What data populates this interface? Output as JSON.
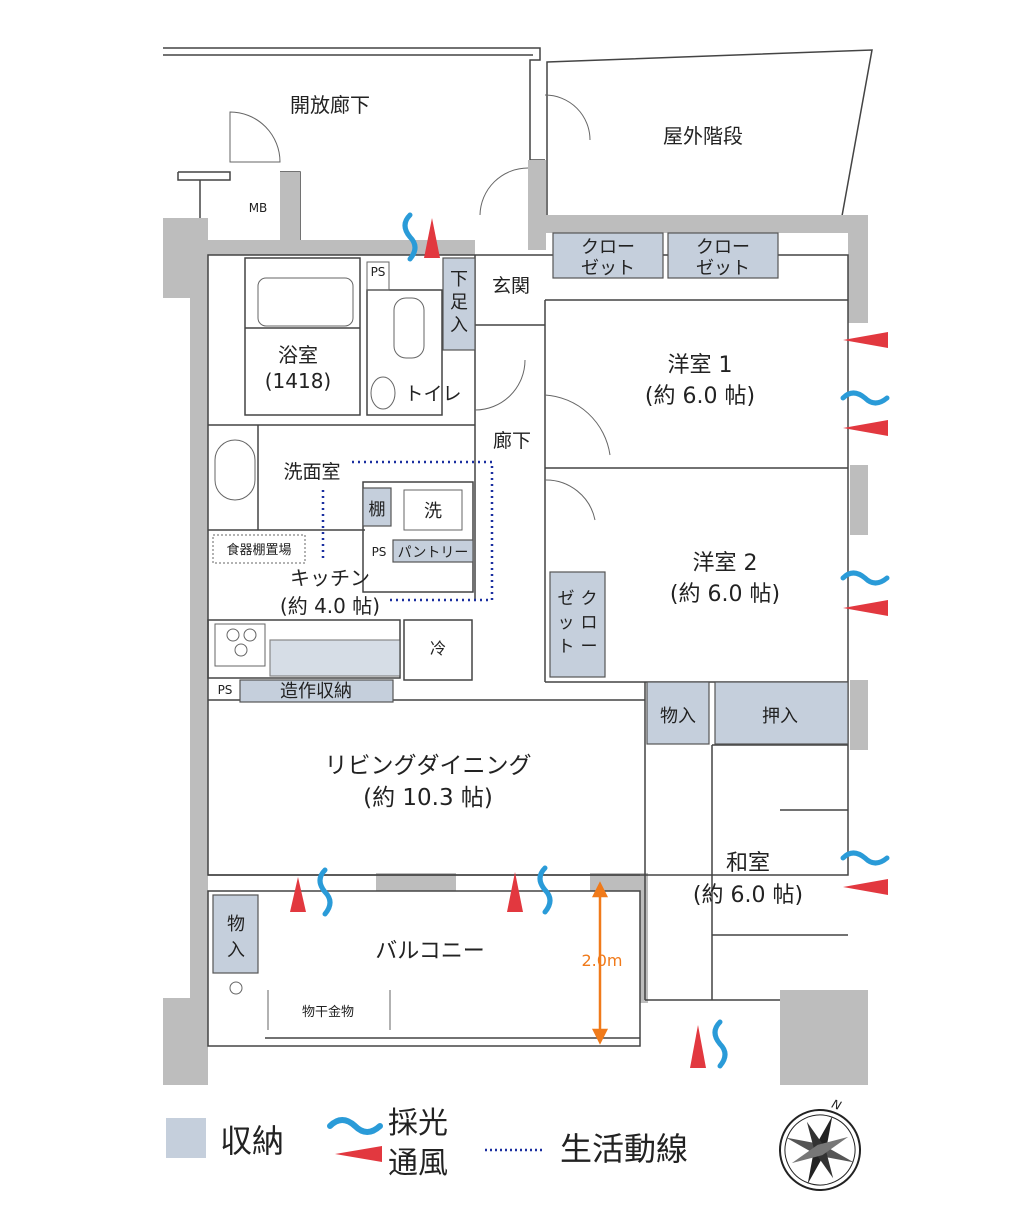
{
  "colors": {
    "storage": "#c5cfdc",
    "wall": "#bdbdbd",
    "light_wave": "#2a9bd8",
    "wind_arrow": "#e2383f",
    "route": "#1a2fa0",
    "dimension": "#f07a1a"
  },
  "areas": {
    "open_corridor": "開放廊下",
    "outdoor_stairs": "屋外階段",
    "mb": "MB",
    "ps": "PS",
    "genkan": "玄関",
    "shoe_storage": [
      "下",
      "足",
      "入"
    ],
    "closet_label": [
      "クロー",
      "ゼット"
    ],
    "bath": "浴室",
    "bath_size": "(1418)",
    "toilet": "トイレ",
    "hallway": "廊下",
    "western1": "洋室 1",
    "western1_size": "(約 6.0 帖)",
    "western2": "洋室 2",
    "western2_size": "(約 6.0 帖)",
    "walkin_closet": [
      "ゼ",
      "ク",
      "ッ",
      "ロ",
      "ト",
      "ー"
    ],
    "washroom": "洗面室",
    "shelf": "棚",
    "washer": "洗",
    "pantry": "パントリー",
    "dish_cabinet": "食器棚置場",
    "kitchen": "キッチン",
    "kitchen_size": "(約 4.0 帖)",
    "fridge": "冷",
    "builtin_storage": "造作収納",
    "storage_small": "物入",
    "oshiire": "押入",
    "living": "リビングダイニング",
    "living_size": "(約 10.3 帖)",
    "japanese": "和室",
    "japanese_size": "(約 6.0 帖)",
    "balcony": "バルコニー",
    "balcony_storage": [
      "物",
      "入"
    ],
    "drying_rack": "物干金物",
    "balcony_depth": "2.0m"
  },
  "legend": {
    "storage": "収納",
    "daylight": "採光",
    "ventilation": "通風",
    "route": "生活動線"
  },
  "compass": {
    "north": "N"
  }
}
